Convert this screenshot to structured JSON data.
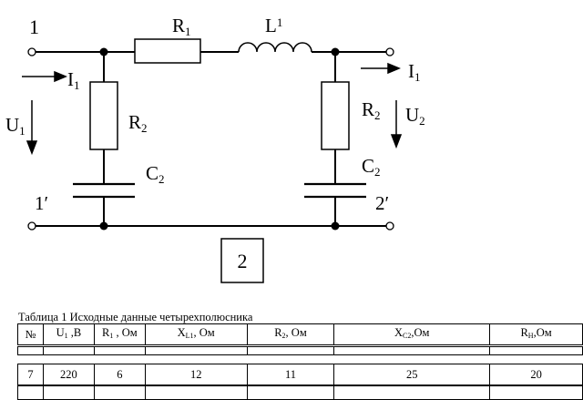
{
  "circuit": {
    "terminal_in_top": "1",
    "terminal_in_bottom": "1′",
    "terminal_out_bottom": "2′",
    "r1": {
      "main": "R",
      "sub": "1"
    },
    "l1": {
      "main": "L",
      "sub": "1"
    },
    "r2_left": {
      "main": "R",
      "sub": "2"
    },
    "c2_left": {
      "main": "C",
      "sub": "2"
    },
    "r2_right": {
      "main": "R",
      "sub": "2"
    },
    "c2_right": {
      "main": "C",
      "sub": "2"
    },
    "i1_in": {
      "main": "I",
      "sub": "1"
    },
    "i1_out": {
      "main": "I",
      "sub": "1"
    },
    "u1": {
      "main": "U",
      "sub": "1"
    },
    "u2": {
      "main": "U",
      "sub": "2"
    },
    "variant": "2"
  },
  "table": {
    "caption": "Таблица  1 Исходные данные четырехполюсника",
    "headers": [
      {
        "main": "№",
        "sub": "",
        "unit": ""
      },
      {
        "main": "U",
        "sub": "1",
        "unit": " ,В"
      },
      {
        "main": "R",
        "sub": "1",
        "unit": " , Ом"
      },
      {
        "main": "X",
        "sub": "L1",
        "unit": ", Ом"
      },
      {
        "main": "R",
        "sub": "2",
        "unit": ", Ом"
      },
      {
        "main": "X",
        "sub": "C2",
        "unit": ",Ом"
      },
      {
        "main": "R",
        "sub": "H",
        "unit": ",Ом"
      }
    ],
    "row": [
      "7",
      "220",
      "6",
      "12",
      "11",
      "25",
      "20"
    ]
  }
}
